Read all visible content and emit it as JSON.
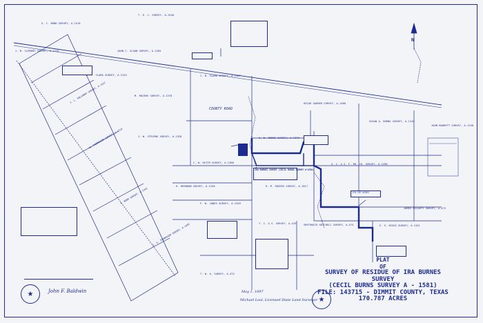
{
  "title": {
    "line1": "PLAT",
    "line2": "OF",
    "line3": "SURVEY OF RESIDUE OF IRA BURNES SURVEY",
    "line4": "(CECIL BURNS SURVEY A - 1581)",
    "line5": "FILE: 143715 - DIMMIT COUNTY, TEXAS",
    "line6": "170.787 ACRES"
  },
  "labels": {
    "county_road": "COUNTY ROAD",
    "survey_box": "IRA BURNES SURVEY (CECIL BURNS SURVEY A-1581)",
    "acres_note": "170.787 ACRES",
    "north": "N",
    "survey_a": "J. M. CLEMENT SURVEY, A-1225",
    "survey_b": "G. C. BOND SURVEY, A-1516",
    "survey_c": "JOHN C. SLOAN SURVEY, A-1265",
    "survey_d": "T. E. L. SURVEY, A-1548",
    "survey_e": "W. T. CLARK SURVEY, A-1253",
    "survey_f": "J. B. SLOAN SURVEY, A-1567",
    "survey_g": "M. ROGERS SURVEY, A-1378",
    "survey_h": "OSCAR GARBER SURVEY, A-1480",
    "survey_i": "SUSAN A. BURNS SURVEY, A-1310",
    "survey_j": "JOHN BARRETT SURVEY, A-1248",
    "survey_k": "C. W. KEITH SURVEY, A-1388",
    "survey_l": "H. M. ROGERS SURVEY, A-1017",
    "survey_m": "G. C. & S. F. RR. CO. SURVEY, A-1290",
    "survey_n": "SMYTHWICK HUTCHELL SURVEY, A-474",
    "survey_o": "JAMES MCCARTY SURVEY, A-472",
    "survey_p": "H. HERNDON SURVEY, A-1328",
    "survey_q": "F. W. JONES SURVEY, A-1359",
    "survey_r": "G. W. BURNS SURVEY, A-1379",
    "survey_s": "E. S. RIGGS SURVEY, A-1341",
    "survey_t": "T. C. & G. SURVEY, A-425",
    "survey_u": "T. W. A. SURVEY, A-474",
    "survey_v": "J. W. STEVENS SURVEY, A-1328"
  },
  "signatures": {
    "sig1": "John F. Baldwin",
    "sig2": "Michael Leal, Licensed State Land Surveyor",
    "sig3": "May 1, 1997"
  }
}
